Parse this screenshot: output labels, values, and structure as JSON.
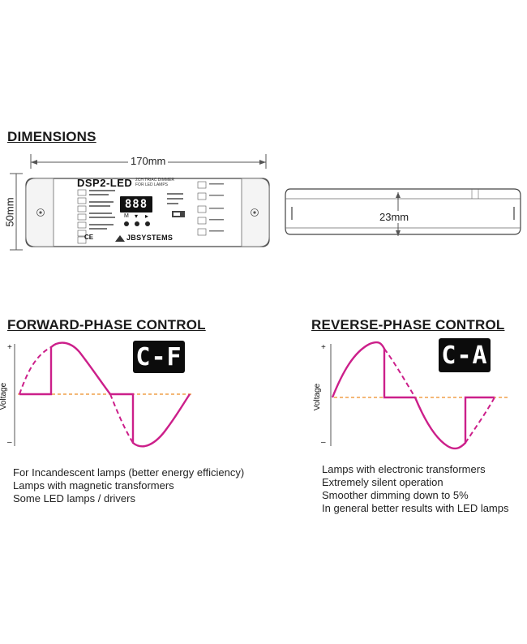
{
  "dimensions": {
    "title": "DIMENSIONS",
    "width_label": "170mm",
    "height_label": "50mm",
    "depth_label": "23mm"
  },
  "device": {
    "model": "DSP2-LED",
    "subtitle_line1": "2CH TRIAC DIMMER",
    "subtitle_line2": "FOR LED LAMPS",
    "display_digits": "888",
    "button_m": "M",
    "button_down": "▾",
    "button_up": "▸",
    "brand": "JBSYSTEMS",
    "ce_mark": "CE"
  },
  "forward": {
    "title": "FORWARD-PHASE CONTROL",
    "display": "C-F",
    "axis_plus": "+",
    "axis_minus": "–",
    "axis_label": "Voltage",
    "notes": [
      "For  Incandescent lamps (better energy efficiency)",
      "Lamps with magnetic transformers",
      "Some LED lamps / drivers"
    ]
  },
  "reverse": {
    "title": "REVERSE-PHASE CONTROL",
    "display": "C-A",
    "axis_plus": "+",
    "axis_minus": "–",
    "axis_label": "Voltage",
    "notes": [
      "Lamps with electronic transformers",
      "Extremely silent operation",
      "Smoother dimming down to 5%",
      "In general better results with LED lamps"
    ]
  },
  "colors": {
    "waveform": "#cc1f8a",
    "zero_line": "#f0a04a",
    "display_bg": "#0c0c0c"
  }
}
